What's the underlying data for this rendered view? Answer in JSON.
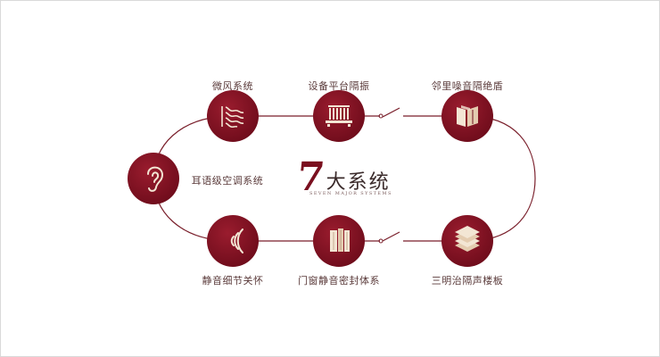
{
  "title": {
    "number": "7",
    "text": "大系统",
    "subtitle": "SEVEN MAJOR SYSTEMS"
  },
  "nodes": [
    {
      "id": "micro-wind",
      "label": "微风系统",
      "icon": "wave-panel-icon"
    },
    {
      "id": "equipment-platform",
      "label": "设备平台隔振",
      "icon": "platform-icon"
    },
    {
      "id": "neighbor-noise",
      "label": "邻里噪音隔绝盾",
      "icon": "panel-shield-icon"
    },
    {
      "id": "ear-ac",
      "label": "耳语级空调系统",
      "icon": "ear-icon"
    },
    {
      "id": "detail-care",
      "label": "静音细节关怀",
      "icon": "sound-wave-icon"
    },
    {
      "id": "door-window",
      "label": "门窗静音密封体系",
      "icon": "window-panel-icon"
    },
    {
      "id": "sandwich-floor",
      "label": "三明治隔声楼板",
      "icon": "layered-slab-icon"
    }
  ],
  "colors": {
    "accent": "#7a0f1f",
    "line": "#7a1f2b",
    "icon": "#f3e6d4"
  }
}
